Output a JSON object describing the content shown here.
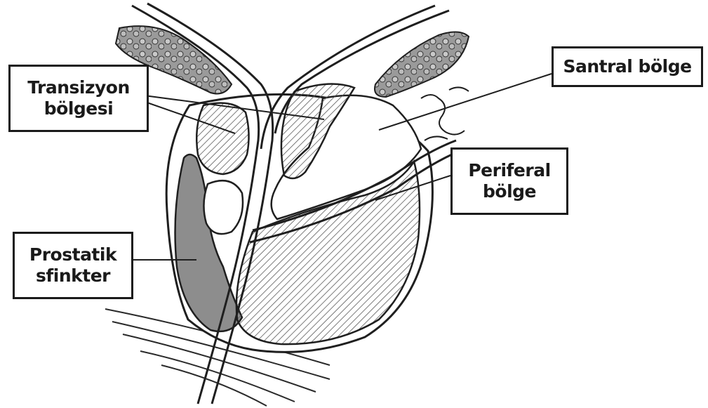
{
  "labels": {
    "transition_zone": {
      "line1": "Transizyon",
      "line2": "bölgesi"
    },
    "central_zone": {
      "text": "Santral bölge"
    },
    "peripheral_zone": {
      "line1": "Periferal",
      "line2": "bölge"
    },
    "prostatic_sphincter": {
      "line1": "Prostatik",
      "line2": "sfinkter"
    }
  },
  "colors": {
    "outline": "#1f1f1f",
    "hatch": "#5a5a5a",
    "sphincter_fill": "#8d8d8d",
    "fat_fill": "#9a9a9a"
  }
}
